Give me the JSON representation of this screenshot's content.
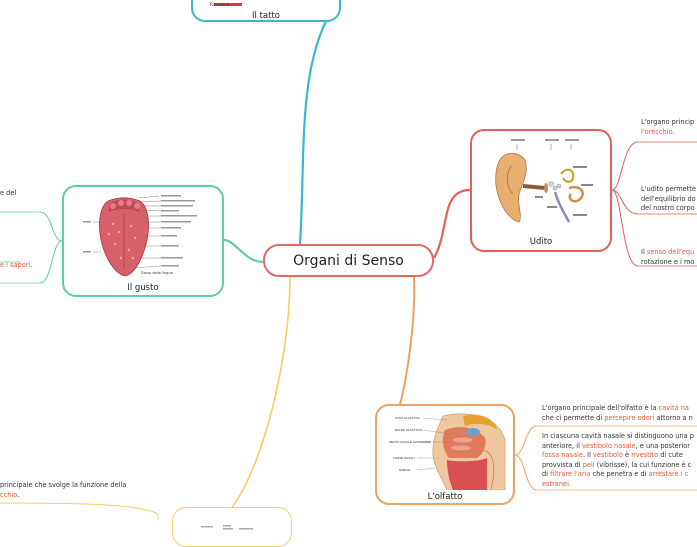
{
  "center": {
    "title": "Organi di Senso"
  },
  "colors": {
    "udito": "#e0605a",
    "olfatto": "#f0a060",
    "gusto": "#5fcf9f",
    "tatto": "#3ab8c8",
    "vista": "#f0d060"
  },
  "nodes": {
    "tatto": {
      "label": "Il tatto",
      "img_text": "Ricezione"
    },
    "udito": {
      "label": "Udito"
    },
    "gusto": {
      "label": "Il gusto",
      "img_caption": "Dorso della lingua"
    },
    "olfatto": {
      "label": "L'olfatto"
    }
  },
  "udito_notes": {
    "n1_a": "L'organo princip",
    "n1_b": "l'orecchio.",
    "n2_a": "L'udito permette",
    "n2_b": "dell'equilibrio do",
    "n2_c": "del nostro corpo",
    "n3_a": "Il ",
    "n3_b": "senso dell'equ",
    "n3_c": "rotazione e i mo"
  },
  "gusto_notes": {
    "n1": "e del",
    "n2_pre": "e i sapori",
    "n2_post": "."
  },
  "olfatto_notes": {
    "p1_l1a": "L'organo principale dell'olfatto è la ",
    "p1_l1b": "cavità na",
    "p1_l2a": "che ci permette di ",
    "p1_l2b": "percepire odori",
    "p1_l2c": " attorno a n",
    "p2_l1": "In ciascuna cavità nasale si distinguono una p",
    "p2_l2a": "anteriore, il ",
    "p2_l2b": "vestibolo nasale",
    "p2_l2c": ", e una posterior",
    "p2_l3a": "fossa nasale",
    "p2_l3b": ". Il ",
    "p2_l3c": "vestibolo",
    "p2_l3d": " è ",
    "p2_l3e": "rivestito",
    "p2_l3f": " di cute",
    "p2_l4a": "provvista di ",
    "p2_l4b": "peli",
    "p2_l4c": " (vibrisse), la cui funzione è c",
    "p2_l5a": "di ",
    "p2_l5b": "filtrare l'aria",
    "p2_l5c": " che penetra e di ",
    "p2_l5d": "arrestare i c",
    "p2_l6": "estranei."
  },
  "vista_notes": {
    "l1": "principale che svolge la funzione della",
    "l2a": "",
    "l2b": "cchio",
    "l2c": "."
  },
  "olfatto_labels": [
    "ZONA OLFATTIVA",
    "BULBO OLFATTIVO",
    "MEATO NASALE SUPERIORE",
    "FOSSE NASALI",
    "NARICE"
  ]
}
